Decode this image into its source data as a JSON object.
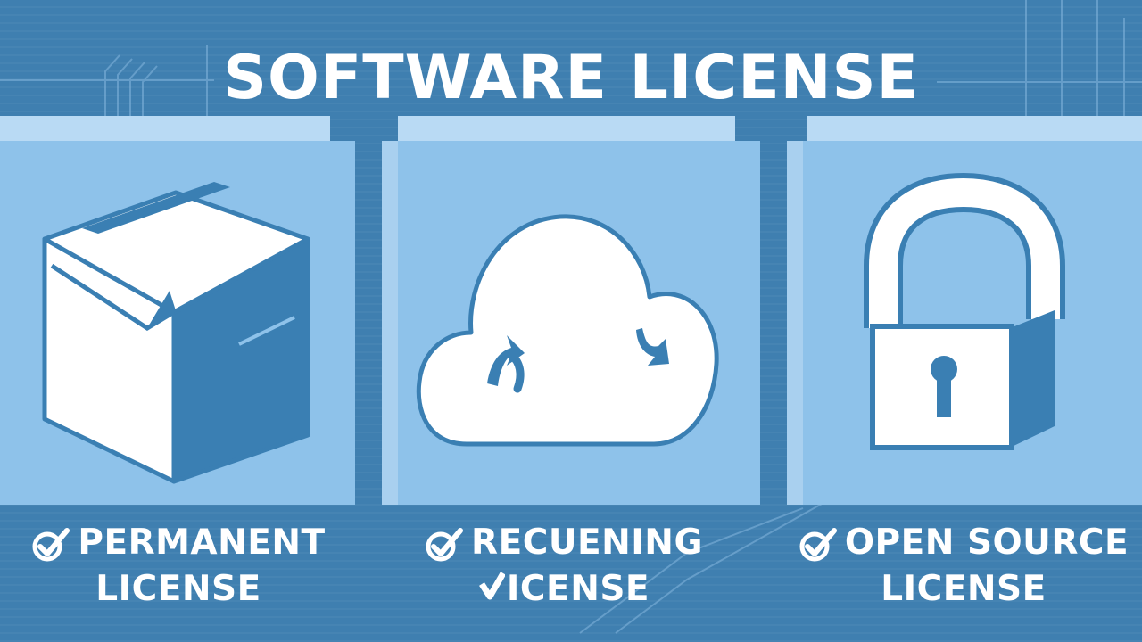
{
  "header": {
    "title": "SOFTWARE LICENSE"
  },
  "cards": [
    {
      "icon": "box-icon",
      "line1": "PERMANENT",
      "line2": "LICENSE"
    },
    {
      "icon": "cloud-sync-icon",
      "line1": "RECUENING",
      "line2": "ICENSE",
      "line2_prefix_glyph": "check-mark-icon"
    },
    {
      "icon": "padlock-icon",
      "line1": "OPEN SOURCE",
      "line2": "LICENSE"
    }
  ],
  "colors": {
    "background": "#3f7fb0",
    "card": "#8ec2ea",
    "card_tab": "#b9daf4",
    "icon_fill": "#ffffff",
    "icon_shade": "#3a7fb3"
  }
}
